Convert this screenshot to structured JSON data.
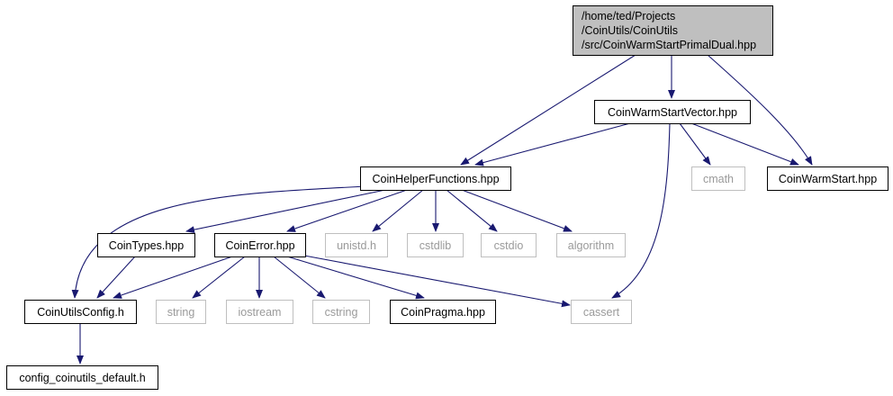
{
  "diagram": {
    "colors": {
      "edge": "#191970",
      "root_fill": "#bfbfbf",
      "node_border": "#000000",
      "system_border": "#bfbfbf",
      "system_text": "#9a9a9a"
    },
    "nodes": [
      {
        "id": "root",
        "label_lines": [
          "/home/ted/Projects",
          "/CoinUtils/CoinUtils",
          "/src/CoinWarmStartPrimalDual.hpp"
        ],
        "kind": "root"
      },
      {
        "id": "vector",
        "label_lines": [
          "CoinWarmStartVector.hpp"
        ],
        "kind": "normal"
      },
      {
        "id": "helper",
        "label_lines": [
          "CoinHelperFunctions.hpp"
        ],
        "kind": "normal"
      },
      {
        "id": "cmath",
        "label_lines": [
          "cmath"
        ],
        "kind": "system"
      },
      {
        "id": "warmstart",
        "label_lines": [
          "CoinWarmStart.hpp"
        ],
        "kind": "normal"
      },
      {
        "id": "types",
        "label_lines": [
          "CoinTypes.hpp"
        ],
        "kind": "normal"
      },
      {
        "id": "error",
        "label_lines": [
          "CoinError.hpp"
        ],
        "kind": "normal"
      },
      {
        "id": "unistd",
        "label_lines": [
          "unistd.h"
        ],
        "kind": "system"
      },
      {
        "id": "cstdlib",
        "label_lines": [
          "cstdlib"
        ],
        "kind": "system"
      },
      {
        "id": "cstdio",
        "label_lines": [
          "cstdio"
        ],
        "kind": "system"
      },
      {
        "id": "algorithm",
        "label_lines": [
          "algorithm"
        ],
        "kind": "system"
      },
      {
        "id": "config",
        "label_lines": [
          "CoinUtilsConfig.h"
        ],
        "kind": "normal"
      },
      {
        "id": "string",
        "label_lines": [
          "string"
        ],
        "kind": "system"
      },
      {
        "id": "iostream",
        "label_lines": [
          "iostream"
        ],
        "kind": "system"
      },
      {
        "id": "cstring",
        "label_lines": [
          "cstring"
        ],
        "kind": "system"
      },
      {
        "id": "pragma",
        "label_lines": [
          "CoinPragma.hpp"
        ],
        "kind": "normal"
      },
      {
        "id": "cassert",
        "label_lines": [
          "cassert"
        ],
        "kind": "system"
      },
      {
        "id": "config_default",
        "label_lines": [
          "config_coinutils_default.h"
        ],
        "kind": "normal"
      }
    ],
    "edges": [
      {
        "from": "root",
        "to": "vector"
      },
      {
        "from": "root",
        "to": "helper"
      },
      {
        "from": "root",
        "to": "warmstart"
      },
      {
        "from": "vector",
        "to": "helper"
      },
      {
        "from": "vector",
        "to": "cmath"
      },
      {
        "from": "vector",
        "to": "warmstart"
      },
      {
        "from": "vector",
        "to": "cassert"
      },
      {
        "from": "helper",
        "to": "config"
      },
      {
        "from": "helper",
        "to": "types"
      },
      {
        "from": "helper",
        "to": "error"
      },
      {
        "from": "helper",
        "to": "unistd"
      },
      {
        "from": "helper",
        "to": "cstdlib"
      },
      {
        "from": "helper",
        "to": "cstdio"
      },
      {
        "from": "helper",
        "to": "algorithm"
      },
      {
        "from": "types",
        "to": "config"
      },
      {
        "from": "error",
        "to": "config"
      },
      {
        "from": "error",
        "to": "string"
      },
      {
        "from": "error",
        "to": "iostream"
      },
      {
        "from": "error",
        "to": "cstring"
      },
      {
        "from": "error",
        "to": "pragma"
      },
      {
        "from": "error",
        "to": "cassert"
      },
      {
        "from": "config",
        "to": "config_default"
      }
    ]
  }
}
